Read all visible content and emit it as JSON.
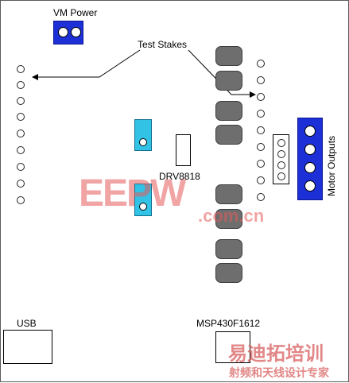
{
  "labels": {
    "vm_power": "VM Power",
    "test_stakes": "Test Stakes",
    "drv": "DRV8818",
    "motor_outputs": "Motor Outputs",
    "usb": "USB",
    "msp": "MSP430F1612"
  },
  "watermarks": {
    "eepw": "EEPW",
    "com_cn": ".com.cn",
    "cn_top": "易迪拓培训",
    "cn_bottom": "射频和天线设计专家"
  },
  "colors": {
    "terminal_blue": "#1d2fd6",
    "jumper_cyan": "#31c2e6",
    "pad_gray": "#6e6e6e"
  }
}
